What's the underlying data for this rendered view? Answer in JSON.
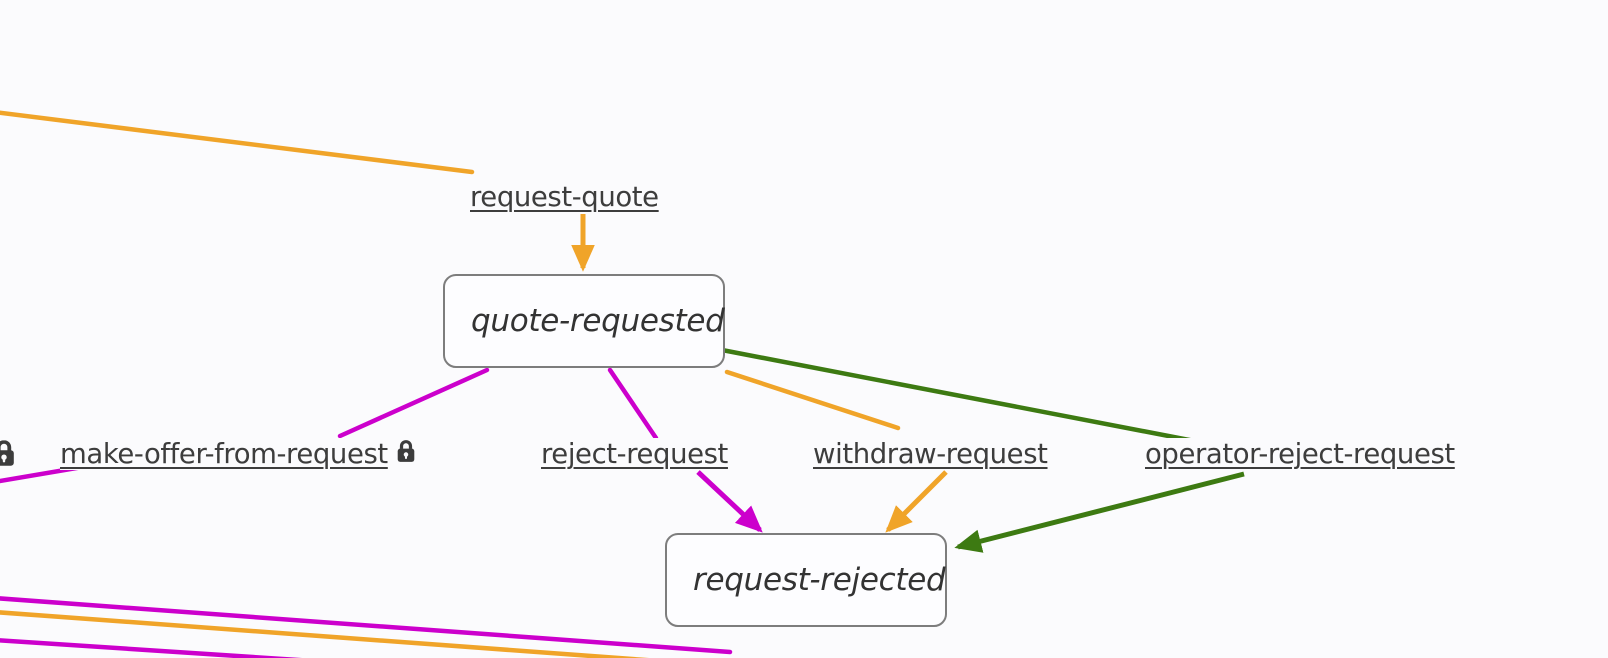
{
  "diagram": {
    "type": "state-machine",
    "background_color": "#fbfbfd",
    "colors": {
      "orange": "#f0a429",
      "magenta": "#cc00cc",
      "green": "#3d7a12",
      "node_border": "#7d7d7d",
      "node_fill": "#fdfdff",
      "label_text": "#3d3d3d",
      "state_text": "#333333",
      "lock": "#3c3c3c"
    },
    "states": [
      {
        "id": "quote-requested",
        "label": "quote-requested"
      },
      {
        "id": "request-rejected",
        "label": "request-rejected"
      }
    ],
    "transitions": [
      {
        "id": "request-quote",
        "label": "request-quote",
        "color": "#f0a429",
        "locked": false
      },
      {
        "id": "make-offer-from-request",
        "label": "make-offer-from-request",
        "color": "#cc00cc",
        "locked": true
      },
      {
        "id": "reject-request",
        "label": "reject-request",
        "color": "#cc00cc",
        "locked": false
      },
      {
        "id": "withdraw-request",
        "label": "withdraw-request",
        "color": "#f0a429",
        "locked": false
      },
      {
        "id": "operator-reject-request",
        "label": "operator-reject-request",
        "color": "#3d7a12",
        "locked": false
      }
    ],
    "partial_label_left": {
      "icon": "lock-icon",
      "note": "clipped lock glyph at left edge"
    }
  }
}
